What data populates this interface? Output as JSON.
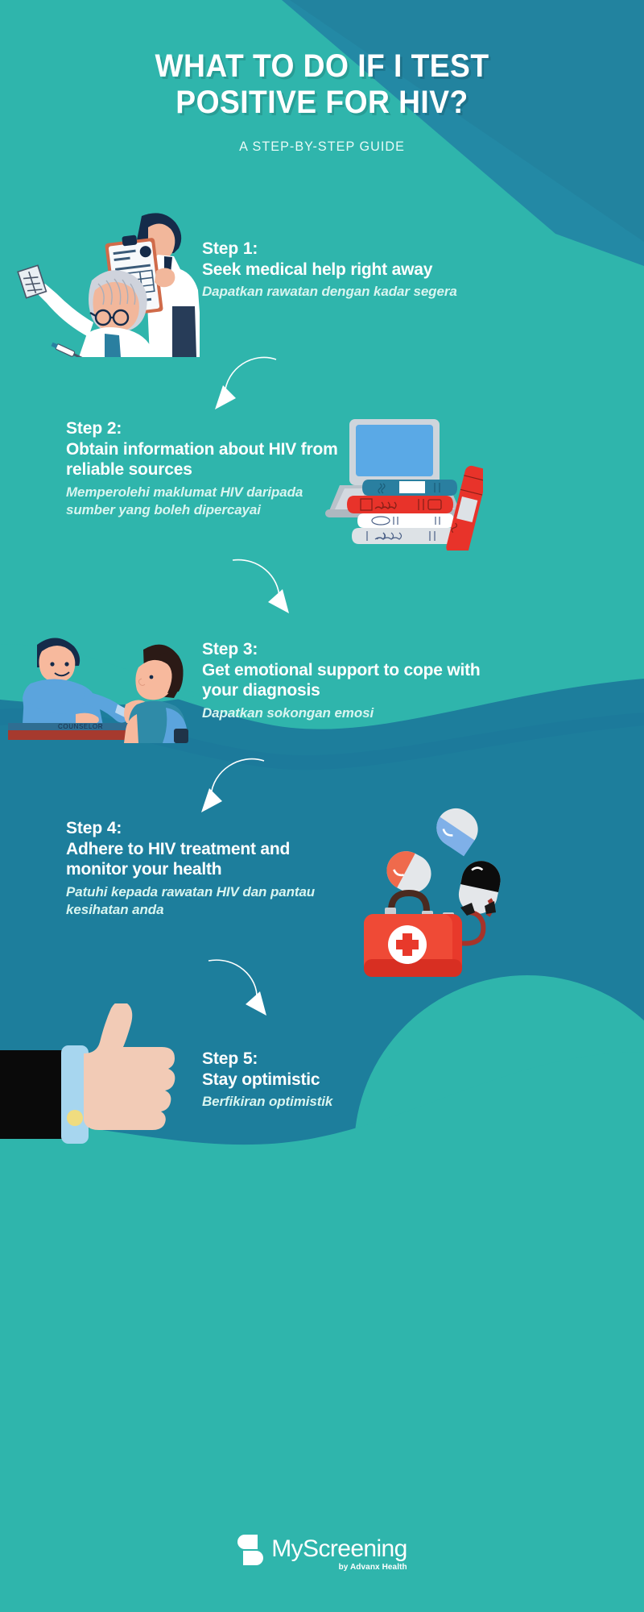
{
  "header": {
    "title_line1": "WHAT TO DO IF I TEST",
    "title_line2": "POSITIVE FOR HIV?",
    "subtitle": "A STEP-BY-STEP GUIDE"
  },
  "colors": {
    "teal": "#2fb5ac",
    "teal_dark": "#2aa79f",
    "blue_band": "#1d7e9c",
    "blue_band_dark": "#1b769a",
    "white": "#ffffff",
    "sub_text": "#d8f5f0",
    "red": "#e8332a",
    "skin": "#f2cbb6",
    "navy": "#152b4a"
  },
  "steps": [
    {
      "label": "Step 1:",
      "title": "Seek medical help right away",
      "subtitle": "Dapatkan rawatan dengan kadar segera",
      "illustration": "two-doctors-with-xray-and-clipboard"
    },
    {
      "label": "Step 2:",
      "title": "Obtain information about HIV from reliable sources",
      "subtitle": "Memperolehi maklumat HIV daripada sumber yang boleh dipercayai",
      "illustration": "laptop-with-stack-of-books"
    },
    {
      "label": "Step 3:",
      "title": "Get emotional support to cope with your diagnosis",
      "subtitle": "Dapatkan sokongan emosi",
      "illustration": "counselor-talking-with-client"
    },
    {
      "label": "Step 4:",
      "title": "Adhere to HIV treatment and monitor your health",
      "subtitle": "Patuhi kepada rawatan HIV dan pantau kesihatan anda",
      "illustration": "first-aid-kit-pills-stethoscope"
    },
    {
      "label": "Step 5:",
      "title": "Stay optimistic",
      "subtitle": "Berfikiran optimistik",
      "illustration": "thumbs-up-hand"
    }
  ],
  "illustration_labels": {
    "counselor_desk_sign": "COUNSELOR"
  },
  "footer": {
    "brand": "MyScreening",
    "tagline": "by Advanx Health"
  }
}
